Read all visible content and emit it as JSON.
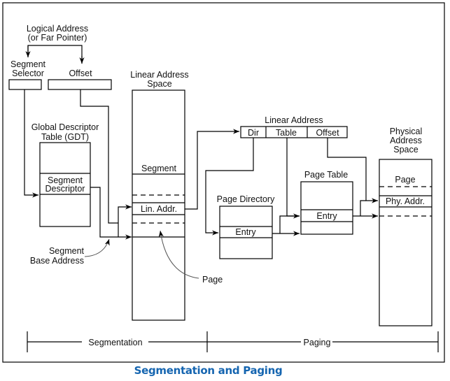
{
  "caption": "Segmentation and Paging",
  "labels": {
    "logical_address": [
      "Logical Address",
      "(or Far Pointer)"
    ],
    "segment_selector": [
      "Segment",
      "Selector"
    ],
    "offset": "Offset",
    "linear_address_space": [
      "Linear Address",
      "Space"
    ],
    "gdt": [
      "Global Descriptor",
      "Table (GDT)"
    ],
    "segment_descriptor": [
      "Segment",
      "Descriptor"
    ],
    "segment_base_address": [
      "Segment",
      "Base Address"
    ],
    "segment": "Segment",
    "lin_addr": "Lin. Addr.",
    "page_annotation": "Page",
    "linear_address": "Linear Address",
    "linear_address_fields": [
      "Dir",
      "Table",
      "Offset"
    ],
    "page_directory": "Page Directory",
    "page_directory_entry": "Entry",
    "page_table": "Page Table",
    "page_table_entry": "Entry",
    "physical_address_space": [
      "Physical",
      "Address",
      "Space"
    ],
    "page": "Page",
    "phy_addr": "Phy. Addr."
  },
  "stages": {
    "segmentation": "Segmentation",
    "paging": "Paging"
  }
}
